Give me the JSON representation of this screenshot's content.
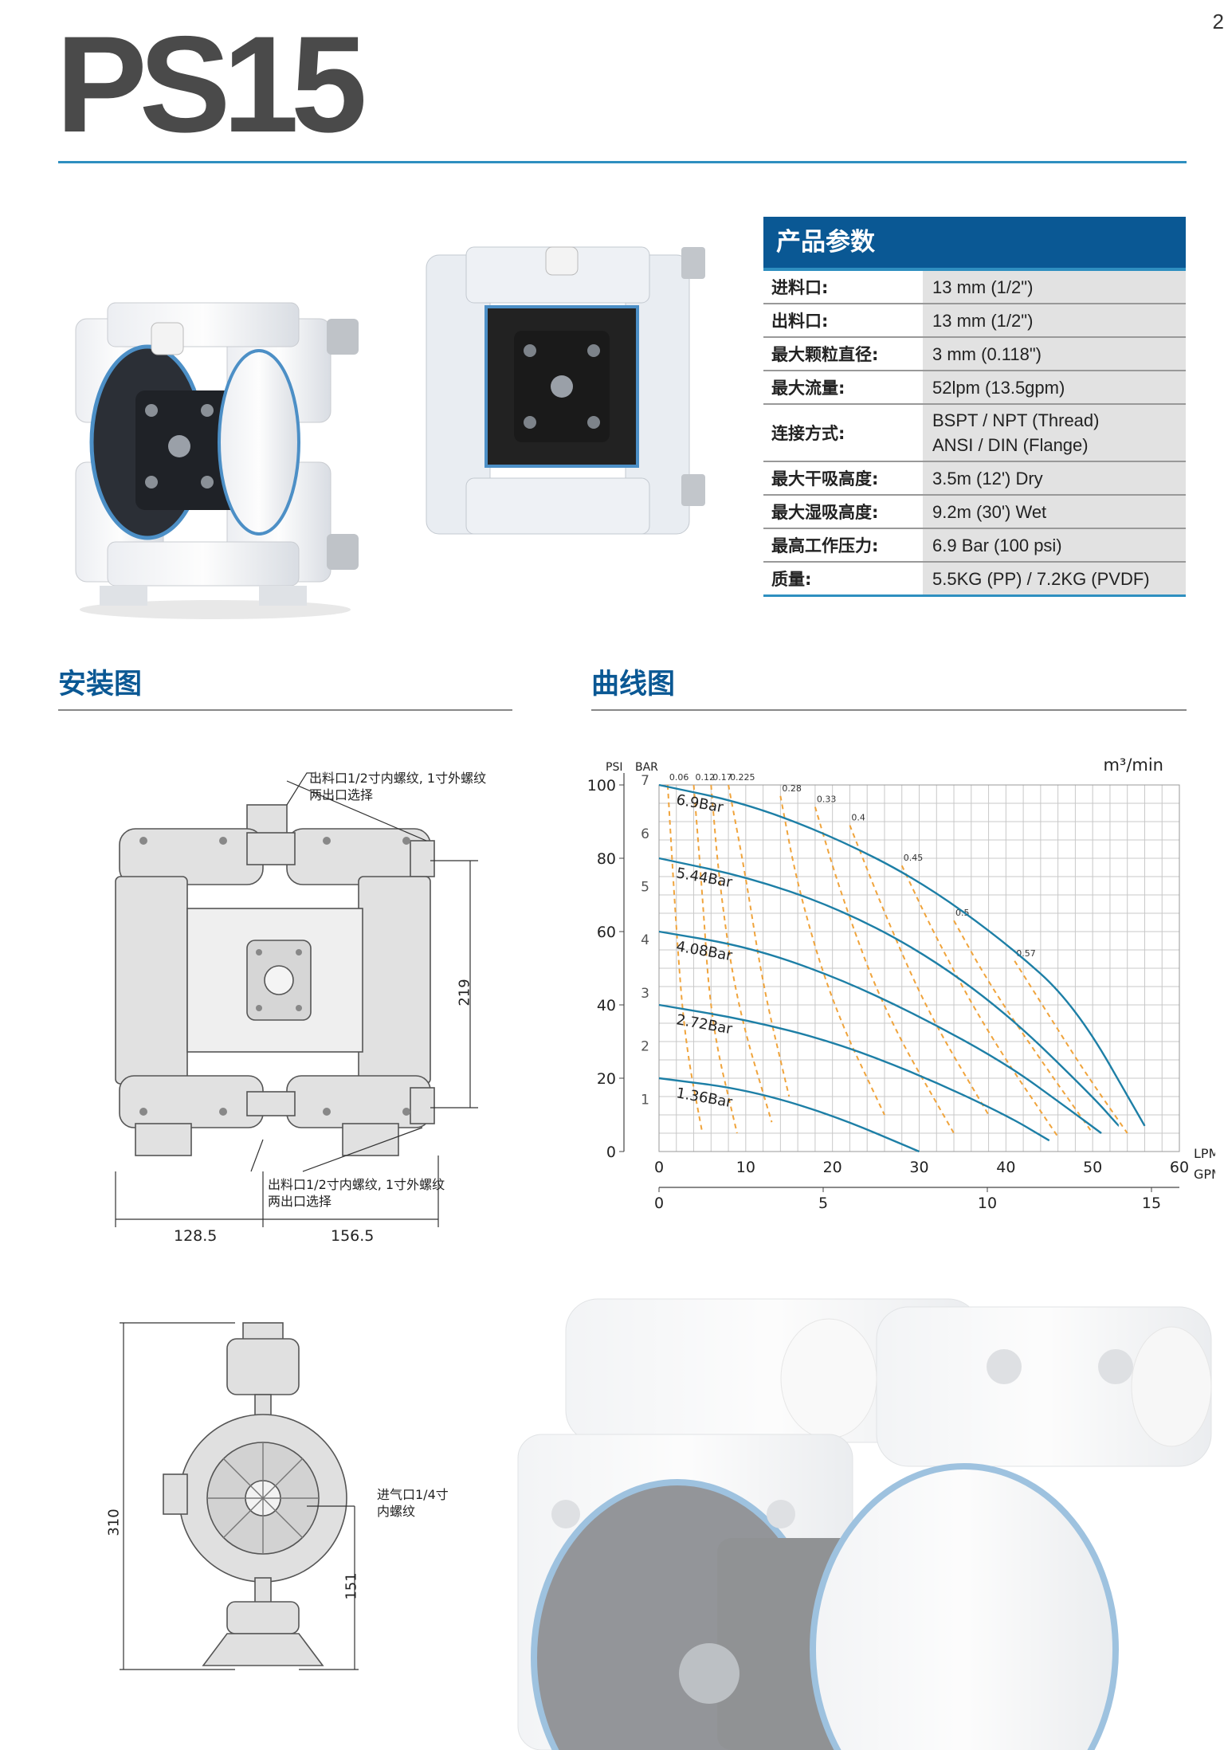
{
  "header": {
    "title": "PS15",
    "page_number": "2"
  },
  "spec_table": {
    "heading": "产品参数",
    "rows": [
      {
        "label": "进料口:",
        "value": "13 mm (1/2\")",
        "value2": ""
      },
      {
        "label": "出料口:",
        "value": "13 mm (1/2\")",
        "value2": ""
      },
      {
        "label": "最大颗粒直径:",
        "value": "3 mm (0.118\")",
        "value2": ""
      },
      {
        "label": "最大流量:",
        "value": "52lpm (13.5gpm)",
        "value2": ""
      },
      {
        "label": "连接方式:",
        "value": "BSPT / NPT (Thread)",
        "value2": "ANSI / DIN (Flange)"
      },
      {
        "label": "最大干吸高度:",
        "value": "3.5m (12') Dry",
        "value2": ""
      },
      {
        "label": "最大湿吸高度:",
        "value": "9.2m (30') Wet",
        "value2": ""
      },
      {
        "label": "最高工作压力:",
        "value": "6.9 Bar (100 psi)",
        "value2": ""
      },
      {
        "label": "质量:",
        "value": "5.5KG (PP) / 7.2KG (PVDF)",
        "value2": ""
      }
    ]
  },
  "install": {
    "title": "安装图",
    "outlet_note_1": "出料口1/2寸内螺纹, 1寸外螺纹",
    "outlet_note_2": "两出口选择",
    "inlet_note_1": "出料口1/2寸内螺纹, 1寸外螺纹",
    "inlet_note_2": "两出口选择",
    "dim_height": "219",
    "dim_left": "128.5",
    "dim_right": "156.5",
    "air_note_1": "进气口1/4寸",
    "air_note_2": "内螺纹",
    "dim_total": "310",
    "dim_side": "151"
  },
  "curve": {
    "title": "曲线图"
  },
  "chart_data": {
    "type": "line",
    "title": "",
    "unit_top_right": "m³/min",
    "psi_label": "PSI",
    "bar_label": "BAR",
    "lpm_label": "LPM",
    "gpm_label": "GPM",
    "psi_ticks": [
      "0",
      "20",
      "40",
      "60",
      "80",
      "100"
    ],
    "bar_ticks": [
      "1",
      "2",
      "3",
      "4",
      "5",
      "6",
      "7"
    ],
    "lpm_ticks": [
      "0",
      "10",
      "20",
      "30",
      "40",
      "50",
      "60"
    ],
    "gpm_ticks": [
      "0",
      "5",
      "10",
      "15"
    ],
    "xlim": [
      0,
      60
    ],
    "ylim_psi": [
      0,
      100
    ],
    "grid": true,
    "series": [
      {
        "name": "6.9Bar",
        "x": [
          0,
          10,
          20,
          30,
          40,
          48,
          56
        ],
        "y": [
          100,
          95,
          86,
          74,
          57,
          40,
          7
        ]
      },
      {
        "name": "5.44Bar",
        "x": [
          0,
          10,
          20,
          30,
          40,
          50,
          53
        ],
        "y": [
          80,
          75,
          67,
          55,
          38,
          15,
          7
        ]
      },
      {
        "name": "4.08Bar",
        "x": [
          0,
          10,
          20,
          30,
          40,
          47,
          51
        ],
        "y": [
          60,
          56,
          48,
          37,
          24,
          12,
          5
        ]
      },
      {
        "name": "2.72Bar",
        "x": [
          0,
          10,
          20,
          30,
          40,
          45
        ],
        "y": [
          40,
          36,
          30,
          21,
          10,
          3
        ]
      },
      {
        "name": "1.36Bar",
        "x": [
          0,
          10,
          20,
          30
        ],
        "y": [
          20,
          17,
          10,
          0
        ]
      }
    ],
    "air_consumption": [
      {
        "name": "0.06",
        "x": [
          1,
          2,
          3,
          5
        ],
        "y": [
          100,
          60,
          30,
          5
        ]
      },
      {
        "name": "0.12",
        "x": [
          4,
          5,
          6,
          9
        ],
        "y": [
          100,
          70,
          35,
          5
        ]
      },
      {
        "name": "0.17",
        "x": [
          6,
          7,
          9,
          13
        ],
        "y": [
          100,
          72,
          40,
          8
        ]
      },
      {
        "name": "0.225",
        "x": [
          8,
          10,
          12,
          15
        ],
        "y": [
          100,
          75,
          45,
          15
        ]
      },
      {
        "name": "0.28",
        "x": [
          14,
          16,
          20,
          26
        ],
        "y": [
          97,
          72,
          40,
          10
        ]
      },
      {
        "name": "0.33",
        "x": [
          18,
          21,
          26,
          34
        ],
        "y": [
          94,
          70,
          38,
          5
        ]
      },
      {
        "name": "0.4",
        "x": [
          22,
          26,
          31,
          38
        ],
        "y": [
          89,
          65,
          38,
          10
        ]
      },
      {
        "name": "0.45",
        "x": [
          28,
          32,
          38,
          46
        ],
        "y": [
          78,
          58,
          32,
          4
        ]
      },
      {
        "name": "0.5",
        "x": [
          34,
          38,
          44,
          50
        ],
        "y": [
          63,
          46,
          25,
          5
        ]
      },
      {
        "name": "0.57",
        "x": [
          41,
          45,
          49,
          54
        ],
        "y": [
          52,
          37,
          22,
          5
        ]
      }
    ]
  },
  "colors": {
    "brand_blue": "#0a5894",
    "accent_blue": "#2e8fc0",
    "curve_teal": "#1d7fa6",
    "air_orange": "#f0a43c"
  }
}
